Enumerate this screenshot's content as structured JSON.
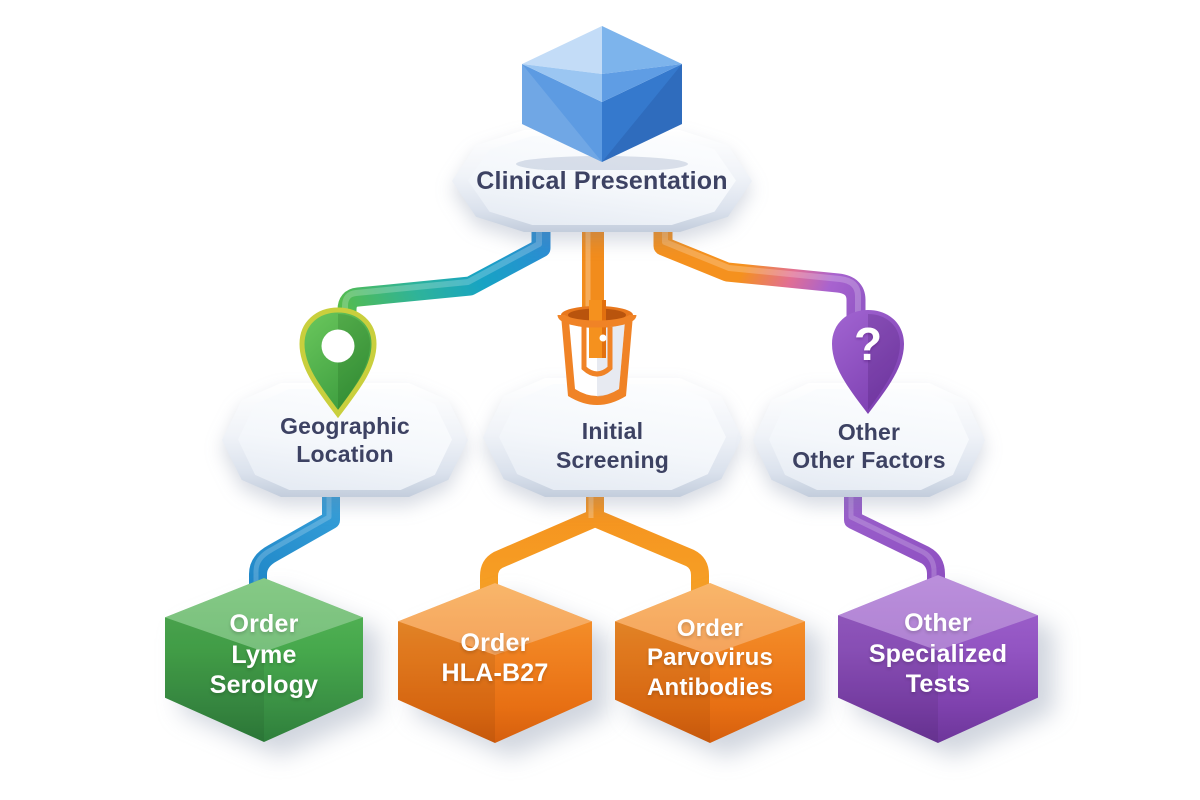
{
  "title": "Clinical diagnostic test ordering flowchart",
  "palette": {
    "badge_fill": "#eef2f8",
    "badge_text": "#3d4263",
    "leaf_text": "#ffffff",
    "connector_blue": "#2b8cd4",
    "connector_teal": "#17a3c4",
    "connector_green": "#55bc4c",
    "connector_orange": "#f5911e",
    "connector_pink": "#e16f93",
    "connector_purple": "#9458c6",
    "leaf_green": "#46a84c",
    "leaf_orange": "#f08120",
    "leaf_purple": "#9254c2",
    "gem_blue": "#3c7fd0"
  },
  "root": {
    "label": "Clinical Presentation",
    "icon": "gem-icon"
  },
  "branches": [
    {
      "label_lines": [
        "Geographic",
        "Location"
      ],
      "icon": "map-pin-icon",
      "icon_color": "#4caf50"
    },
    {
      "label_lines": [
        "Initial",
        "Screening"
      ],
      "icon": "test-tube-icon",
      "icon_color": "#f08326"
    },
    {
      "label_lines": [
        "Other",
        "Other Factors"
      ],
      "icon": "question-pin-icon",
      "icon_glyph": "?",
      "icon_color": "#9053c2"
    }
  ],
  "leaves": [
    {
      "lines": [
        "Order",
        "Lyme",
        "Serology"
      ],
      "color": "#46a84c"
    },
    {
      "lines": [
        "Order",
        "HLA-B27"
      ],
      "color": "#f08120"
    },
    {
      "lines": [
        "Order",
        "Parvovirus",
        "Antibodies"
      ],
      "color": "#f08120"
    },
    {
      "lines": [
        "Other",
        "Specialized",
        "Tests"
      ],
      "color": "#9254c2"
    }
  ]
}
